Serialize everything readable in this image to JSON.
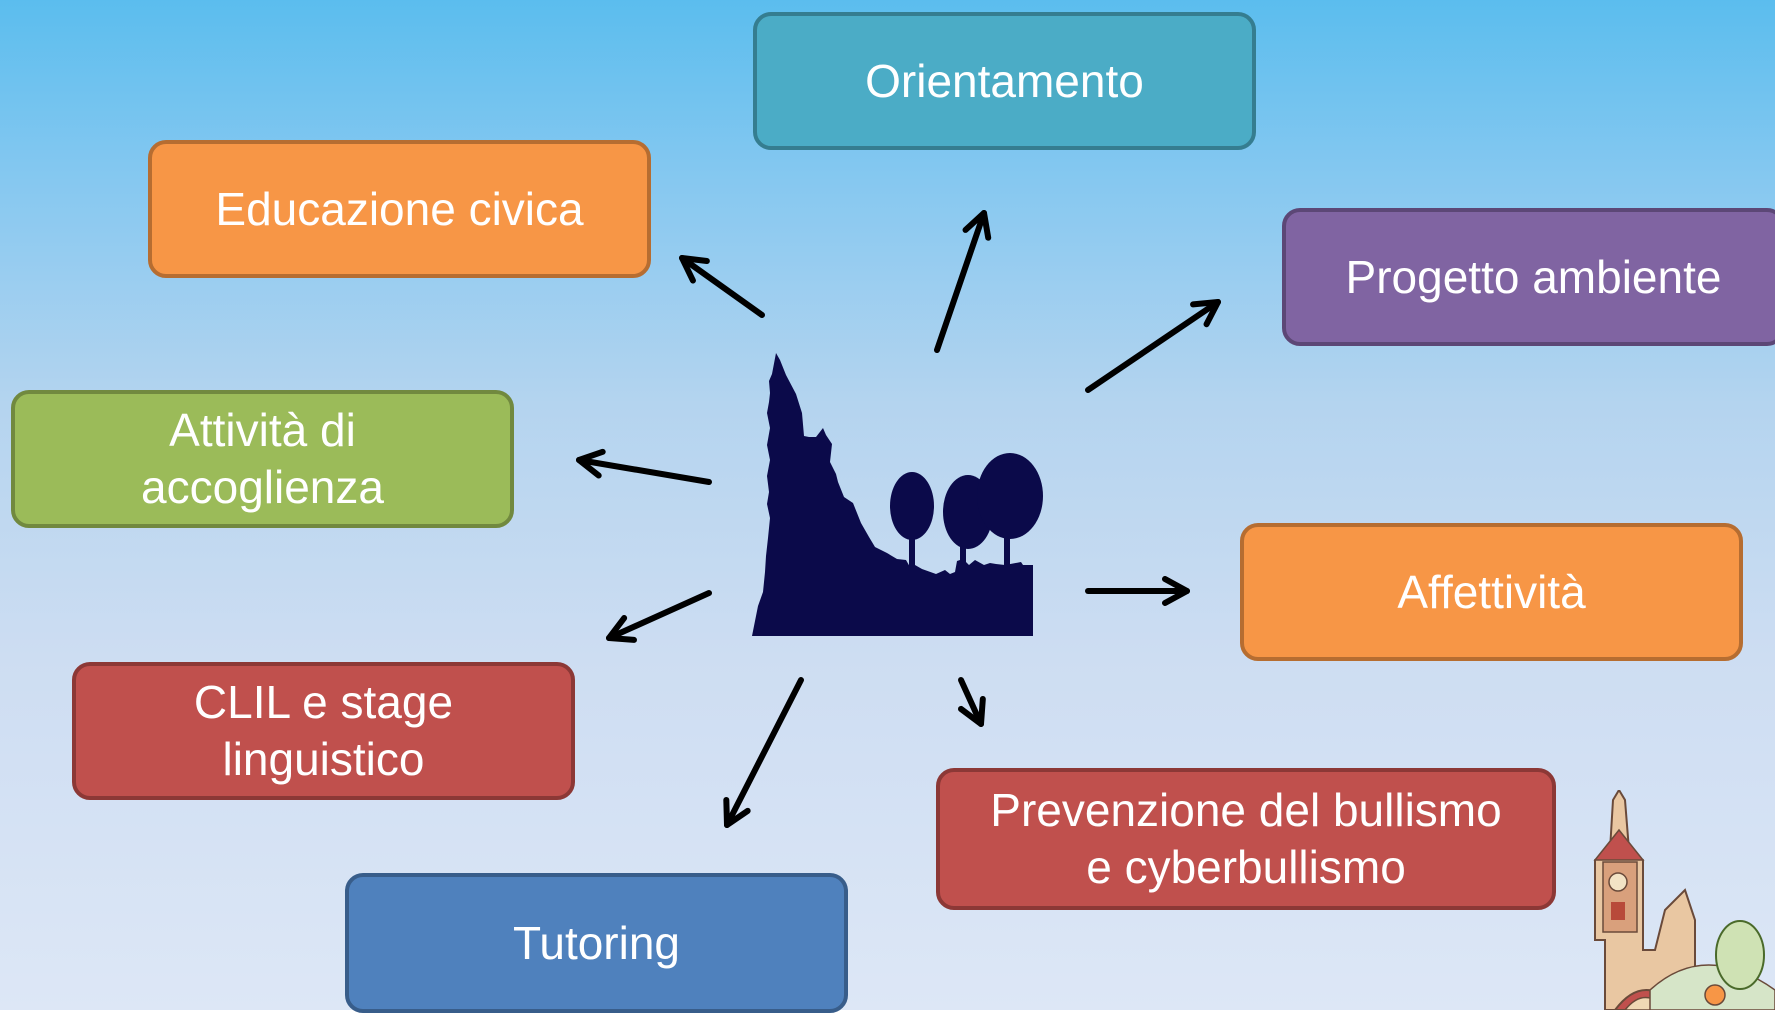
{
  "topics": [
    {
      "id": "orientamento",
      "label": "Orientamento",
      "fill": "#4bacc6",
      "border": "#357d90"
    },
    {
      "id": "educazione-civica",
      "label": "Educazione civica",
      "fill": "#f79646",
      "border": "#b66d31"
    },
    {
      "id": "progetto-ambiente",
      "label": "Progetto ambiente",
      "fill": "#8064a2",
      "border": "#5c4776"
    },
    {
      "id": "attivita-accoglienza",
      "label": "Attività di\naccoglienza",
      "fill": "#9bbb59",
      "border": "#71893f"
    },
    {
      "id": "affettivita",
      "label": "Affettività",
      "fill": "#f79646",
      "border": "#b66d31"
    },
    {
      "id": "clil-stage",
      "label": "CLIL e stage\nlinguistico",
      "fill": "#c0504d",
      "border": "#8c3836"
    },
    {
      "id": "prevenzione-bullismo",
      "label": "Prevenzione del bullismo\ne cyberbullismo",
      "fill": "#c0504d",
      "border": "#8c3836"
    },
    {
      "id": "tutoring",
      "label": "Tutoring",
      "fill": "#4f81bd",
      "border": "#385d8a"
    }
  ],
  "logo_color": "#0b0a4a",
  "arrow_color": "#000000"
}
